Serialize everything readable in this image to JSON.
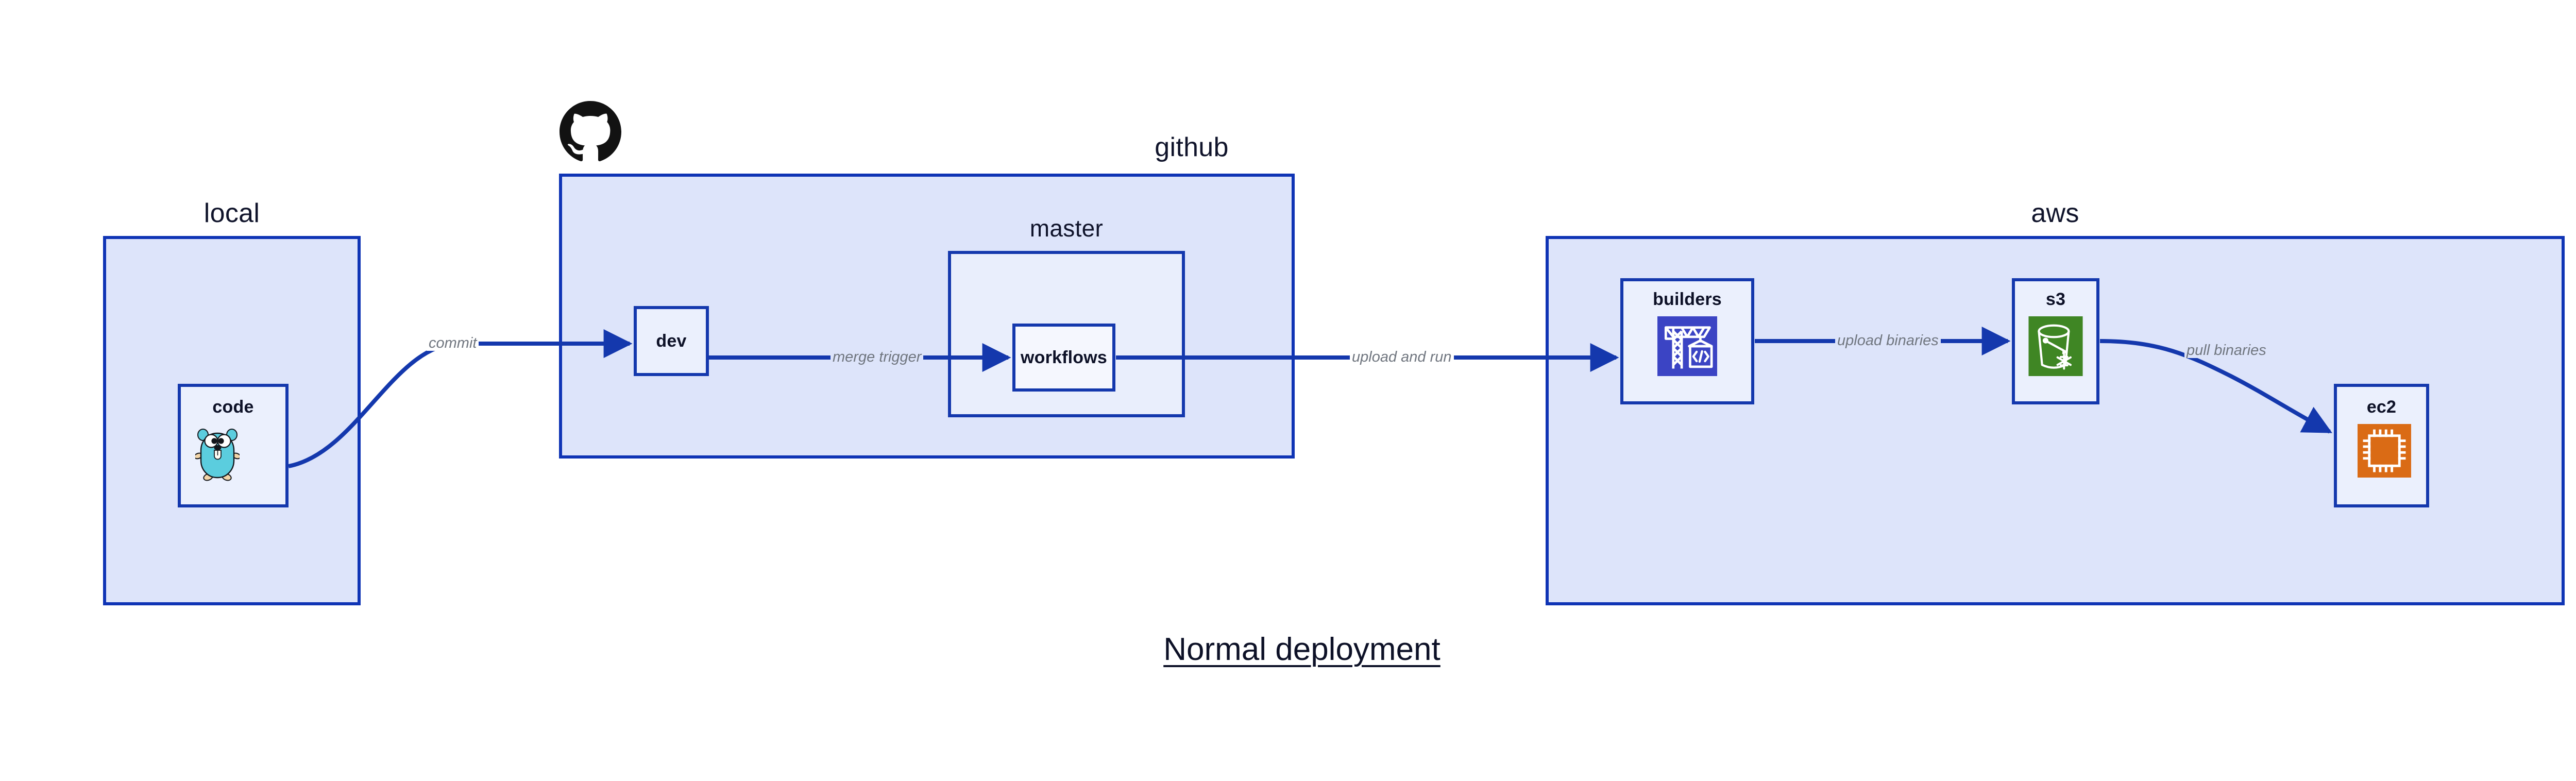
{
  "diagram": {
    "title": "Normal deployment",
    "background_color": "#ffffff",
    "group_fill": "#dde4fa",
    "group_border": "#0f34b5",
    "node_fill": "#ebf0fd",
    "node_border": "#1438ad",
    "edge_color": "#1438ad",
    "edge_label_color": "#70767f",
    "text_color": "#0d1127"
  },
  "groups": {
    "local": {
      "label": "local"
    },
    "github": {
      "label": "github",
      "logo": "github-octocat-logo"
    },
    "master": {
      "label": "master"
    },
    "aws": {
      "label": "aws"
    }
  },
  "nodes": {
    "code": {
      "label": "code",
      "icon": "go-gopher-icon",
      "icon_color": "#5bcdde"
    },
    "dev": {
      "label": "dev",
      "icon": "none"
    },
    "workflows": {
      "label": "workflows",
      "icon": "none"
    },
    "builders": {
      "label": "builders",
      "icon": "aws-codebuild-icon",
      "icon_color": "#3b44c4"
    },
    "s3": {
      "label": "s3",
      "icon": "aws-s3-bucket-icon",
      "icon_color": "#3f8624"
    },
    "ec2": {
      "label": "ec2",
      "icon": "aws-ec2-chip-icon",
      "icon_color": "#da6b15"
    }
  },
  "edges": [
    {
      "id": "code-to-dev",
      "from": "code",
      "to": "dev",
      "label": "commit"
    },
    {
      "id": "dev-to-workflows",
      "from": "dev",
      "to": "workflows",
      "label": "merge trigger"
    },
    {
      "id": "workflows-to-builders",
      "from": "workflows",
      "to": "builders",
      "label": "upload and run"
    },
    {
      "id": "builders-to-s3",
      "from": "builders",
      "to": "s3",
      "label": "upload binaries"
    },
    {
      "id": "s3-to-ec2",
      "from": "s3",
      "to": "ec2",
      "label": "pull binaries"
    }
  ]
}
